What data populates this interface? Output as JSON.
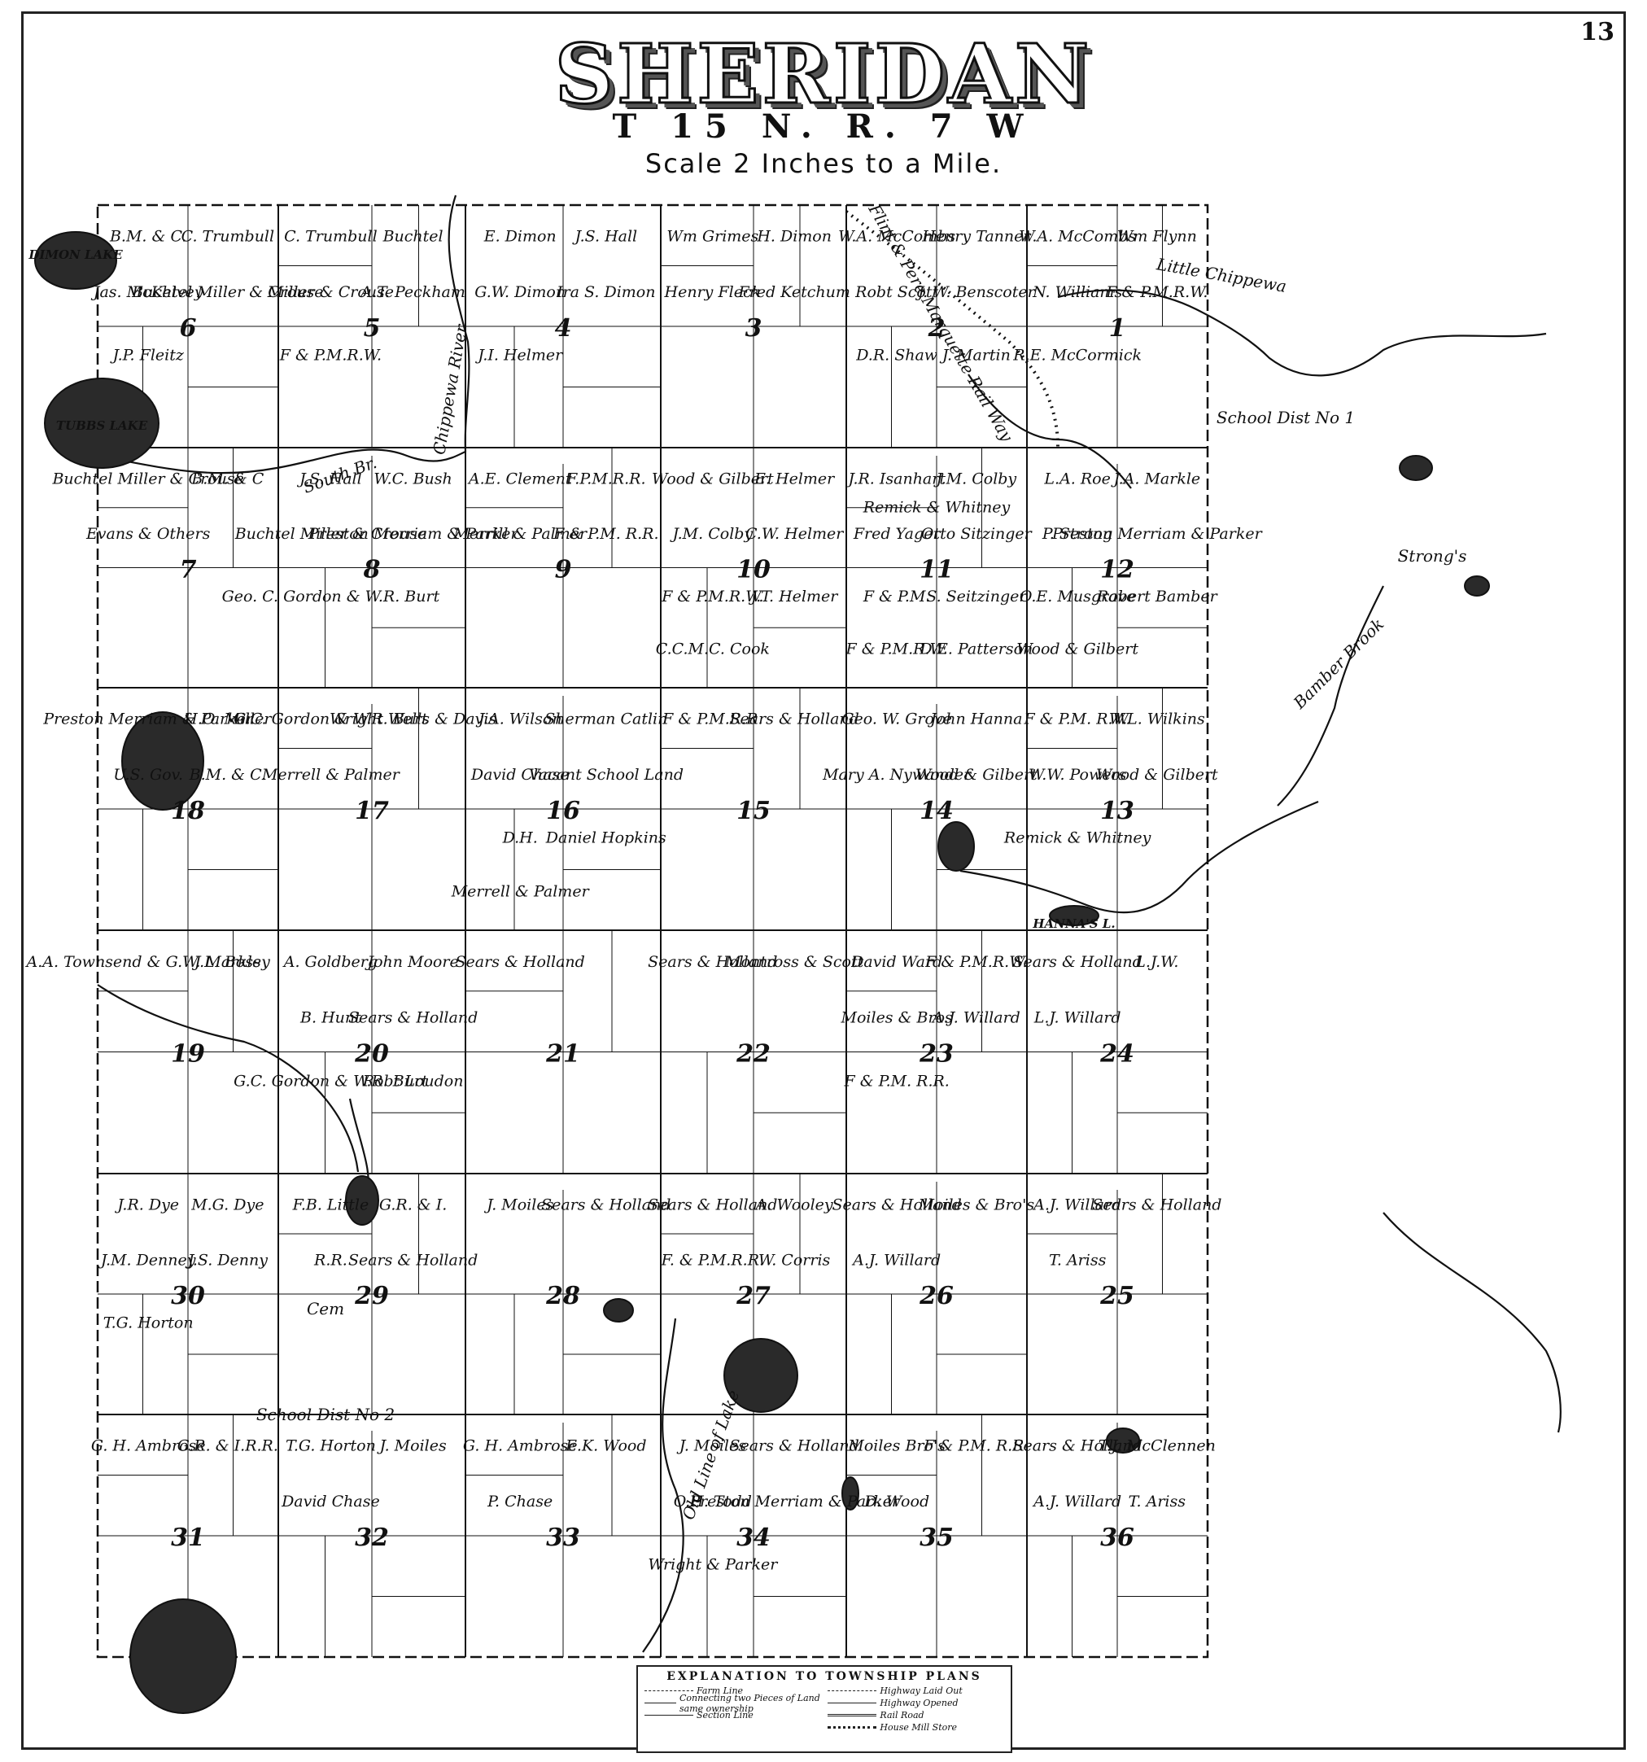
{
  "header": {
    "page_number": "13",
    "title": "SHERIDAN",
    "township": "T 15 N. R. 7 W",
    "scale": "Scale 2 Inches to a Mile."
  },
  "map": {
    "colors": {
      "ink": "#111111",
      "paper": "#ffffff",
      "water": "#2a2a2a"
    },
    "sections": [
      "1",
      "2",
      "3",
      "4",
      "5",
      "6",
      "7",
      "8",
      "9",
      "10",
      "11",
      "12",
      "13",
      "14",
      "15",
      "16",
      "17",
      "18",
      "19",
      "20",
      "21",
      "22",
      "23",
      "24",
      "25",
      "26",
      "27",
      "28",
      "29",
      "30",
      "31",
      "32",
      "33",
      "34",
      "35",
      "36"
    ],
    "lakes": [
      "DIMON LAKE",
      "TUBBS LAKE",
      "HANNA'S L."
    ],
    "features": [
      "Chippewa River",
      "South Br.",
      "Flint & Pere Marquette Rail Way",
      "Little Chippewa",
      "Bamber Brook",
      "Strong's",
      "School Dist No 1",
      "Cem",
      "School Dist No 2",
      "Old Line of Lake"
    ],
    "owners": {
      "s6": [
        "B.M. & C.",
        "C. Trumbull",
        "Jas. McKelvey",
        "Buchtel Miller & Crouse",
        "J.P. Fleitz"
      ],
      "s5": [
        "C. Trumbull",
        "Buchtel",
        "Miller & Crouse",
        "A.T. Peckham",
        "F & P.M.R.W."
      ],
      "s4": [
        "E. Dimon",
        "J.S. Hall",
        "G.W. Dimon",
        "Ira S. Dimon",
        "J.I. Helmer"
      ],
      "s3": [
        "Wm Grimes",
        "H. Dimon",
        "Henry Fleck",
        "Fred Ketchum"
      ],
      "s2": [
        "W.A. McCombs",
        "Henry Tanner",
        "Robt Scott",
        "J. W. Benscoter",
        "D.R. Shaw",
        "J. Martin"
      ],
      "s1": [
        "W.A. McCombs",
        "Wm Flynn",
        "N. Williams",
        "F & P.M.R.W.",
        "R.E. McCormick"
      ],
      "s7": [
        "Buchtel Miller & Crouse",
        "B.M. & C",
        "Evans & Others"
      ],
      "s8": [
        "J.S. Hall",
        "W.C. Bush",
        "Buchtel Miller & Crouse",
        "Preston Merriam & Parker",
        "Geo. C. Gordon & W.R. Burt"
      ],
      "s9": [
        "A.E. Clement",
        "F.P.M.R.R.",
        "Merrill & Palmer",
        "F & P.M. R.R."
      ],
      "s10": [
        "Wood & Gilbert",
        "E. Helmer",
        "J.M. Colby",
        "C.W. Helmer",
        "F & P.M.R.W.",
        "J.T. Helmer",
        "C.C.M.C. Cook"
      ],
      "s11": [
        "J.R. Isanhart",
        "J.M. Colby",
        "Fred Yager",
        "Otto Sitzinger",
        "F & P.M.",
        "S. Seitzinger",
        "F & P.M.R.W.",
        "D.E. Patterson",
        "Remick & Whitney"
      ],
      "s12": [
        "L.A. Roe",
        "J.A. Markle",
        "P. Strong",
        "Preston Merriam & Parker",
        "O.E. Musgrave",
        "Robert Bamber",
        "Wood & Gilbert"
      ],
      "s18": [
        "Preston Merriam & Parker",
        "H.O. Miller",
        "U.S. Gov.",
        "B.M. & C."
      ],
      "s17": [
        "G.C. Gordon & W.R. Burt",
        "Wright Wells & Davis",
        "Merrell & Palmer"
      ],
      "s16": [
        "J.A. Wilson",
        "Sherman Catlin",
        "David Chase",
        "Vacant School Land",
        "D.H.",
        "Daniel Hopkins",
        "Merrell & Palmer"
      ],
      "s15": [
        "F & P.M.R.R.",
        "Sears & Holland"
      ],
      "s14": [
        "Geo. W. Grove",
        "John Hanna",
        "Mary A. Nywander",
        "Wood & Gilbert"
      ],
      "s13": [
        "F & P.M. R.W.",
        "W.L. Wilkins",
        "W.W. Powers",
        "Wood & Gilbert",
        "Remick & Whitney"
      ],
      "s19": [
        "A.A. Townsend & G.W. Markley",
        "J.L. Boss"
      ],
      "s20": [
        "A. Goldberg",
        "John Moore",
        "B. Hunt",
        "Sears & Holland",
        "G.C. Gordon & W.R. Burt",
        "Robt Loudon"
      ],
      "s21": [
        "Sears & Holland"
      ],
      "s22": [
        "Sears & Holland",
        "Montross & Scott"
      ],
      "s23": [
        "David Ward",
        "F & P.M.R.W.",
        "Moiles & Bros",
        "A.J. Willard",
        "F & P.M. R.R."
      ],
      "s24": [
        "Sears & Holland",
        "L.J.W.",
        "L.J. Willard"
      ],
      "s30": [
        "J.R. Dye",
        "M.G. Dye",
        "J.M. Denney",
        "J.S. Denny",
        "T.G. Horton"
      ],
      "s29": [
        "F.B. Little",
        "G.R. & I.",
        "R.R.",
        "Sears & Holland"
      ],
      "s28": [
        "J. Moiles",
        "Sears & Holland"
      ],
      "s27": [
        "Sears & Holland",
        "A. Wooley",
        "F. & P.M.R.R.",
        "W. Corris"
      ],
      "s26": [
        "Sears & Holland",
        "Moiles & Bro's",
        "A.J. Willard"
      ],
      "s25": [
        "A.J. Willard",
        "Sears & Holland",
        "T. Ariss"
      ],
      "s31": [
        "G. H. Ambrose",
        "G.R. & I.R.R."
      ],
      "s32": [
        "T.G. Horton",
        "J. Moiles",
        "David Chase"
      ],
      "s33": [
        "G. H. Ambrose",
        "E.K. Wood",
        "P. Chase"
      ],
      "s34": [
        "J. Moiles",
        "Sears & Holland",
        "O.H. Todd",
        "Preston Merriam & Parker",
        "Wright & Parker"
      ],
      "s35": [
        "Moiles Bro's",
        "F & P.M. R.R.",
        "D. Wood"
      ],
      "s36": [
        "Sears & Holland",
        "T.J. McClennen",
        "A.J. Willard",
        "T. Ariss"
      ]
    }
  },
  "legend": {
    "title": "EXPLANATION TO TOWNSHIP PLANS",
    "left": [
      "Farm Line",
      "Connecting two Pieces of Land same ownership",
      "Section Line"
    ],
    "right": [
      "Highway Laid Out",
      "Highway Opened",
      "Rail Road",
      "House Mill Store"
    ]
  }
}
